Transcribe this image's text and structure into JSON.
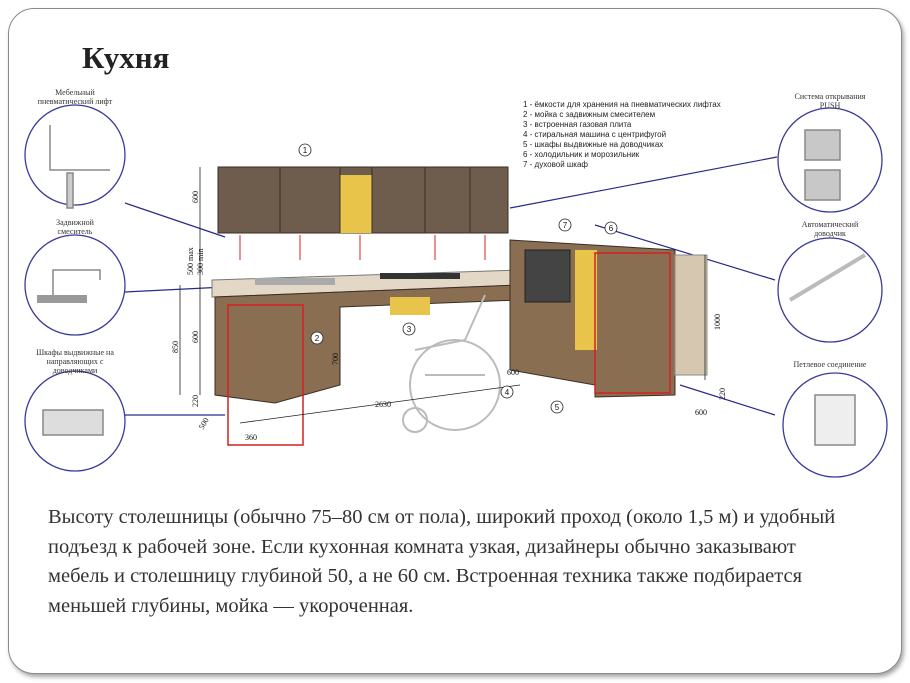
{
  "slide": {
    "title": "Кухня",
    "body": "Высоту столешницы (обычно 75–80 см от пола), широкий проход (около 1,5 м) и удобный подъезд к рабочей зоне. Если кухонная комната узкая, дизайнеры обычно заказывают мебель и столешницу глубиной 50, а не 60 см. Встроенная техника также подбирается меньшей глубины, мойка — укороченная."
  },
  "diagram": {
    "legend": [
      "1 - ёмкости для хранения на пневматических лифтах",
      "2 - мойка с задвижным смесителем",
      "3 - встроенная газовая плита",
      "4 - стиральная машина с центрифугой",
      "5 - шкафы выдвижные на доводчиках",
      "6 - холодильник и морозильник",
      "7 - духовой шкаф"
    ],
    "callouts": {
      "lift": [
        "Мебельный",
        "пневматический лифт"
      ],
      "mixer": [
        "Задвижной",
        "смеситель"
      ],
      "drawers": [
        "Шкафы выдвижные на",
        "направляющих с",
        "доводчиками"
      ],
      "push": [
        "Система открывания",
        "PUSH"
      ],
      "closer": [
        "Автоматический",
        "доводчик"
      ],
      "hinge": [
        "Петлевое соединение"
      ]
    },
    "markers": [
      "1",
      "2",
      "3",
      "4",
      "5",
      "6",
      "7"
    ],
    "dimensions": {
      "upper": "600",
      "gap_max": "500 max",
      "gap_min": "300 min",
      "total": "850",
      "base": "600",
      "knee": "700",
      "plinth": "220",
      "depth_left": "500",
      "width_left": "360",
      "length": "2630",
      "depth_mid": "600",
      "tall": "1000",
      "depth_right": "600",
      "plinth_right": "220"
    },
    "colors": {
      "callout_line": "#2a2a8a",
      "cabinet": "#6e5c4c",
      "accent_yellow": "#e8c44a",
      "red_outline": "#d42020"
    }
  }
}
